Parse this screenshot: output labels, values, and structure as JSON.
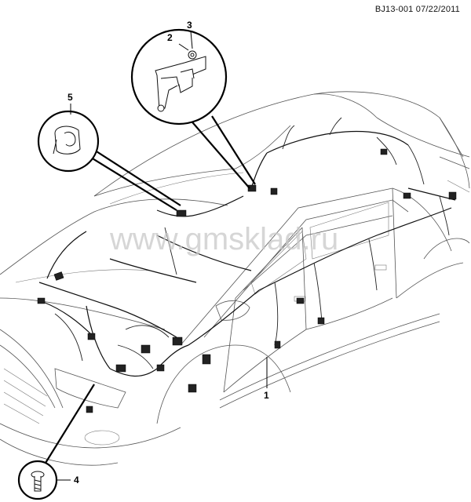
{
  "header": {
    "doc_ref": "BJ13-001  07/22/2011"
  },
  "watermark": {
    "text": "www.gmsklad.ru"
  },
  "callouts": [
    {
      "id": "1",
      "label": "1"
    },
    {
      "id": "2",
      "label": "2"
    },
    {
      "id": "3",
      "label": "3"
    },
    {
      "id": "4",
      "label": "4"
    },
    {
      "id": "5",
      "label": "5"
    }
  ],
  "colors": {
    "line": "#000000",
    "body_outline": "#555555",
    "watermark": "#c9c9c9"
  },
  "icons": {
    "bracket_detail": "harness-bracket-icon",
    "nut_detail": "nut-icon",
    "grommet_detail": "grommet-clip-icon",
    "bolt_detail": "bolt-icon"
  }
}
